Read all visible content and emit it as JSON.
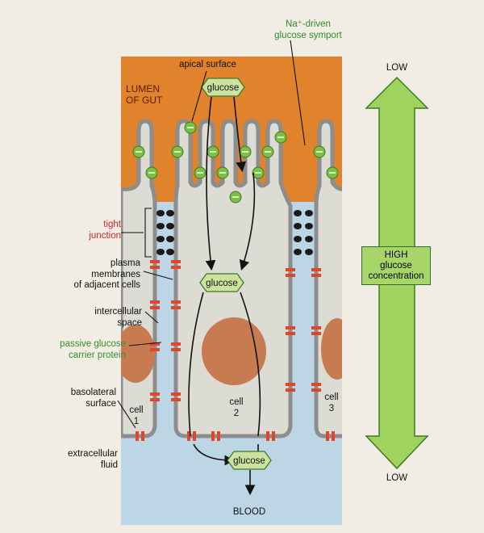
{
  "labels": {
    "symport": [
      "Na⁺-driven",
      "glucose symport"
    ],
    "apical_surface": "apical surface",
    "lumen": [
      "LUMEN",
      "OF GUT"
    ],
    "glucose": "glucose",
    "tight_junction": [
      "tight",
      "junction"
    ],
    "plasma_membranes": [
      "plasma",
      "membranes",
      "of adjacent cells"
    ],
    "intercellular_space": [
      "intercellular",
      "space"
    ],
    "passive_carrier": [
      "passive glucose",
      "carrier protein"
    ],
    "basolateral": [
      "basolateral",
      "surface"
    ],
    "cell1": [
      "cell",
      "1"
    ],
    "cell2": [
      "cell",
      "2"
    ],
    "cell3": [
      "cell",
      "3"
    ],
    "extracellular": [
      "extracellular",
      "fluid"
    ],
    "blood": "BLOOD",
    "gradient_low_top": "LOW",
    "gradient_low_bottom": "LOW",
    "gradient_high": [
      "HIGH",
      "glucose",
      "concentration"
    ]
  },
  "colors": {
    "lumen": "#e0832c",
    "cytoplasm": "#dcdcd4",
    "membrane": "#8d8d8d",
    "nucleus": "#c87a50",
    "extracellular": "#bcd6e6",
    "symporter": "#7cc043",
    "carrier": "#e0462a",
    "tight_junction": "#1a1a1a",
    "arrow_fill": "#9fd35e"
  }
}
